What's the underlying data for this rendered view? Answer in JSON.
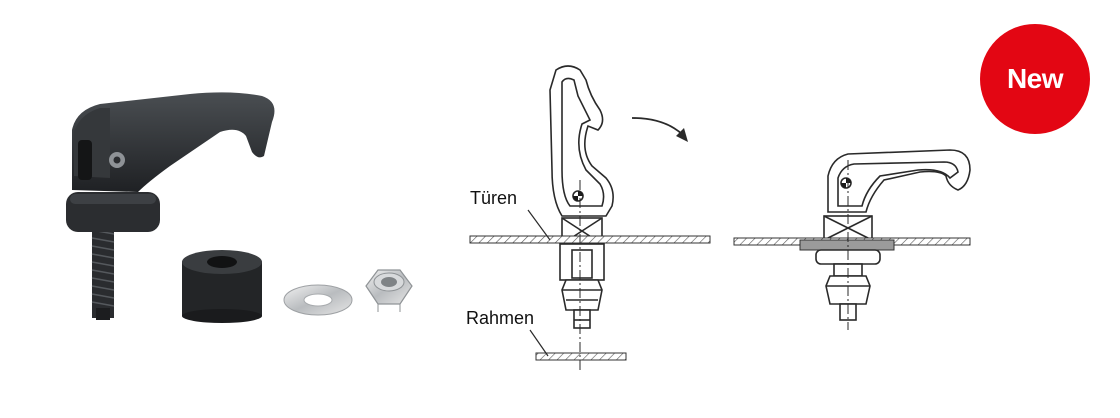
{
  "badge": {
    "label": "New",
    "color": "#e30613"
  },
  "labels": {
    "doors": "Türen",
    "frame": "Rahmen"
  },
  "icons": [
    "cam-lever-photo",
    "rotation-arrow-icon"
  ]
}
